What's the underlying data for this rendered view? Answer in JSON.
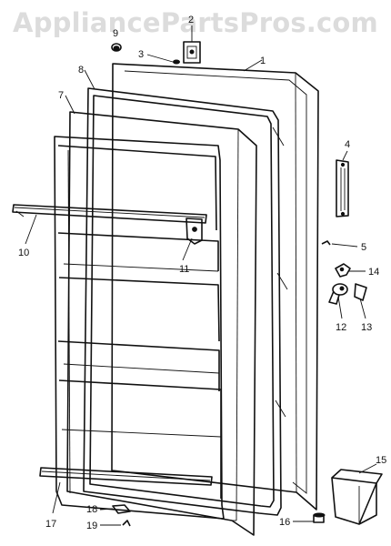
{
  "watermark": "AppliancePartsPros.com",
  "callouts": [
    "1",
    "2",
    "3",
    "4",
    "5",
    "7",
    "8",
    "9",
    "10",
    "11",
    "12",
    "13",
    "14",
    "15",
    "16",
    "17",
    "18",
    "19"
  ],
  "colors": {
    "line": "#111111",
    "watermark": "#dcdcdc",
    "background": "#ffffff"
  }
}
